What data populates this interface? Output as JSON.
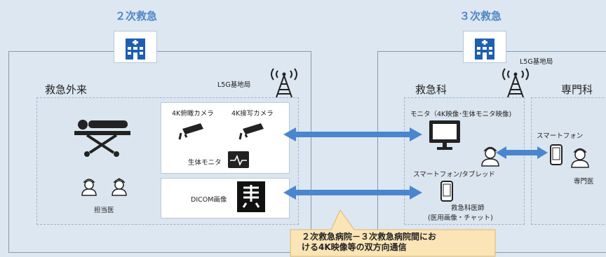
{
  "left": {
    "title": "２次救急",
    "dept": "救急外来",
    "base_station": "L5G基地局",
    "camera1": "4K俯瞰カメラ",
    "camera2": "4K接写カメラ",
    "vital_monitor": "生体モニタ",
    "dicom": "DICOM画像",
    "doctor": "担当医"
  },
  "right": {
    "title": "３次救急",
    "base_station": "L5G基地局",
    "dept": "救急科",
    "monitor": "モニタ（4K映像･生体モニタ映像)",
    "smartphone_tablet": "スマートフォン/タブレッド",
    "er_doctor_line1": "救急科医師",
    "er_doctor_line2": "(医用画像・チャット)",
    "specialty_dept": "専門科",
    "smartphone": "スマートフォン",
    "specialist": "専門医"
  },
  "callout": {
    "line1": "２次救急病院－３次救急病院間にお",
    "line2": "ける4K映像等の双方向通信"
  },
  "colors": {
    "header": "#4f86c6",
    "hospital_icon": "#1e5fb0",
    "arrow": "#4a86cf",
    "callout_bg": "#fbe5b6",
    "callout_border": "#e0b865"
  },
  "icons": [
    "hospital-icon",
    "antenna-icon",
    "stretcher-icon",
    "camera-icon",
    "vital-monitor-icon",
    "dicom-icon",
    "doctor-icon",
    "nurse-icon",
    "monitor-icon",
    "smartphone-icon",
    "double-arrow-icon"
  ]
}
